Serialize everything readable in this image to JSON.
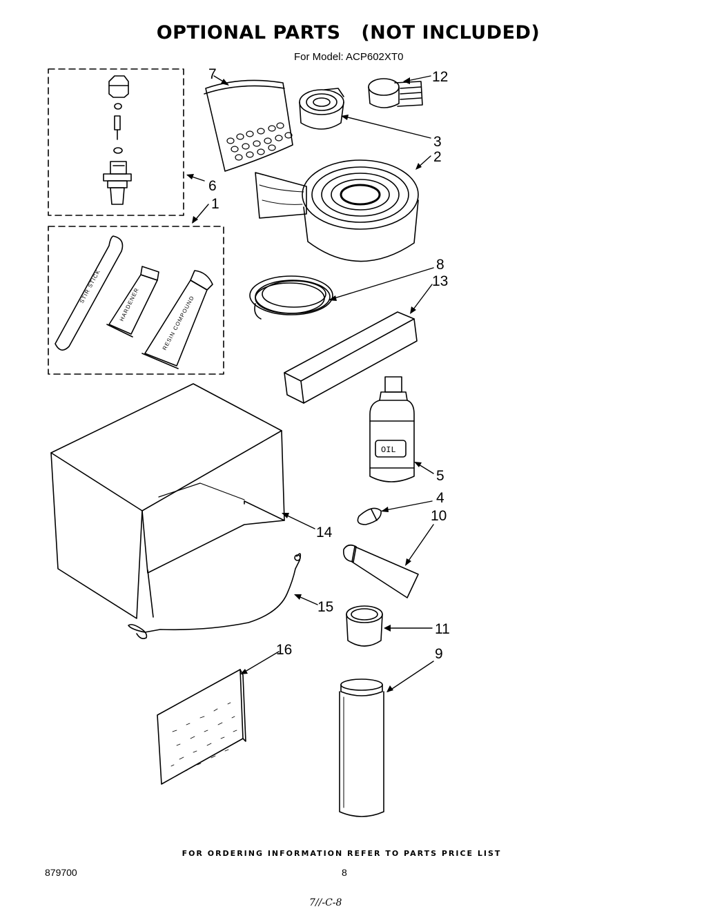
{
  "header": {
    "title": "OPTIONAL PARTS   (NOT INCLUDED)",
    "model_line": "For Model: ACP602XT0"
  },
  "callouts": {
    "c1": "1",
    "c2": "2",
    "c3": "3",
    "c4": "4",
    "c5": "5",
    "c6": "6",
    "c7": "7",
    "c8": "8",
    "c9": "9",
    "c10": "10",
    "c11": "11",
    "c12": "12",
    "c13": "13",
    "c14": "14",
    "c15": "15",
    "c16": "16"
  },
  "product_labels": {
    "stir_stick": "STIR STICK",
    "hardener": "HARDENER",
    "resin_compound": "RESIN COMPOUND",
    "oil": "OIL"
  },
  "footer": {
    "ordering_note": "FOR ORDERING INFORMATION REFER TO PARTS PRICE LIST",
    "doc_number": "879700",
    "page_number": "8",
    "handwritten_note": "7//-C-8"
  }
}
